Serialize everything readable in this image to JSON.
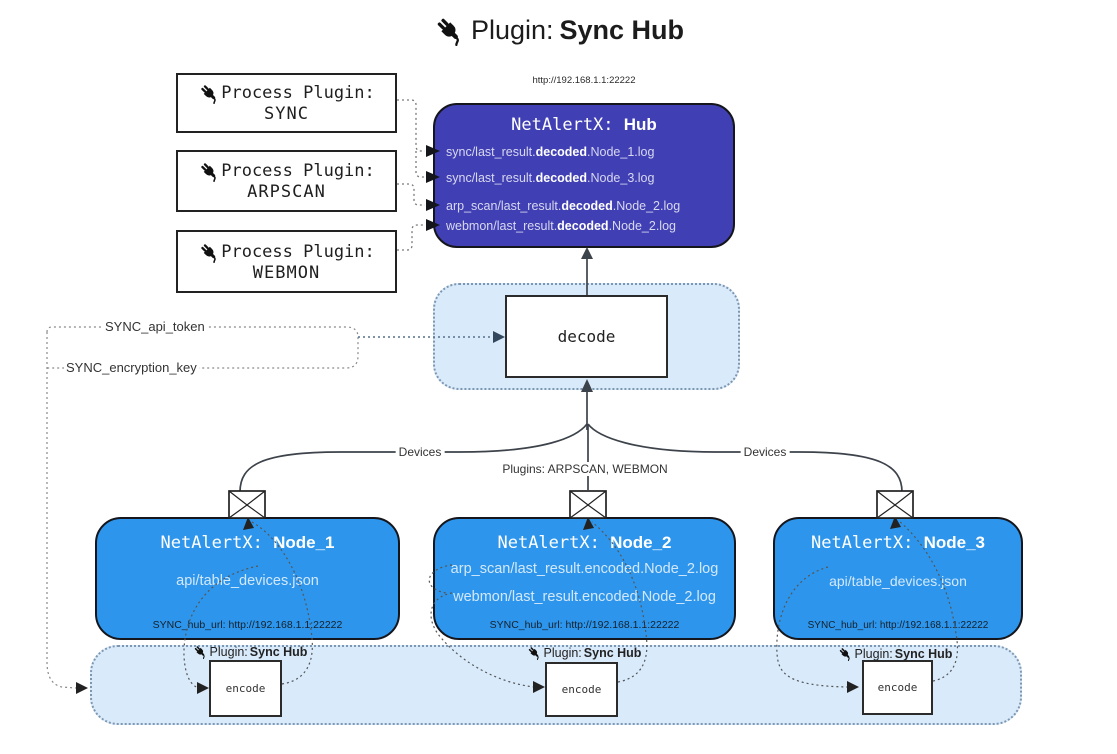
{
  "title": {
    "label": "Plugin: ",
    "bold": "Sync Hub"
  },
  "process_plugins": [
    {
      "label": "Process Plugin:",
      "name": "SYNC"
    },
    {
      "label": "Process Plugin:",
      "name": "ARPSCAN"
    },
    {
      "label": "Process Plugin:",
      "name": "WEBMON"
    }
  ],
  "hub": {
    "url": "http://192.168.1.1:22222",
    "name": "NetAlertX: ",
    "name_bold": "Hub",
    "entries": [
      {
        "pre": "sync/last_result.",
        "bold": "decoded",
        "post": ".Node_1.log"
      },
      {
        "pre": "sync/last_result.",
        "bold": "decoded",
        "post": ".Node_3.log"
      },
      {
        "pre": "arp_scan/last_result.",
        "bold": "decoded",
        "post": ".Node_2.log"
      },
      {
        "pre": "webmon/last_result.",
        "bold": "decoded",
        "post": ".Node_2.log"
      }
    ]
  },
  "decode": {
    "label": "decode"
  },
  "settings": {
    "api_token": "SYNC_api_token",
    "encryption_key": "SYNC_encryption_key"
  },
  "edge_labels": {
    "devices_left": "Devices",
    "devices_right": "Devices",
    "plugins": "Plugins: ARPSCAN, WEBMON"
  },
  "nodes": [
    {
      "name": "NetAlertX: ",
      "name_bold": "Node_1",
      "files": [
        "api/table_devices.json"
      ],
      "hub_url": "SYNC_hub_url: http://192.168.1.1:22222"
    },
    {
      "name": "NetAlertX: ",
      "name_bold": "Node_2",
      "files": [
        "arp_scan/last_result.encoded.Node_2.log",
        "webmon/last_result.encoded.Node_2.log"
      ],
      "hub_url": "SYNC_hub_url: http://192.168.1.1:22222"
    },
    {
      "name": "NetAlertX: ",
      "name_bold": "Node_3",
      "files": [
        "api/table_devices.json"
      ],
      "hub_url": "SYNC_hub_url: http://192.168.1.1:22222"
    }
  ],
  "encode": {
    "label": "encode",
    "plugin_label": "Plugin: ",
    "plugin_bold": "Sync Hub"
  },
  "colors": {
    "hub_fill": "#4040b4",
    "node_fill": "#2d96ec",
    "zone_fill": "#d9eafb",
    "zone_border": "#7e97b0",
    "hub_text": "#d8d8ef",
    "node_text": "#d4e8fb"
  }
}
